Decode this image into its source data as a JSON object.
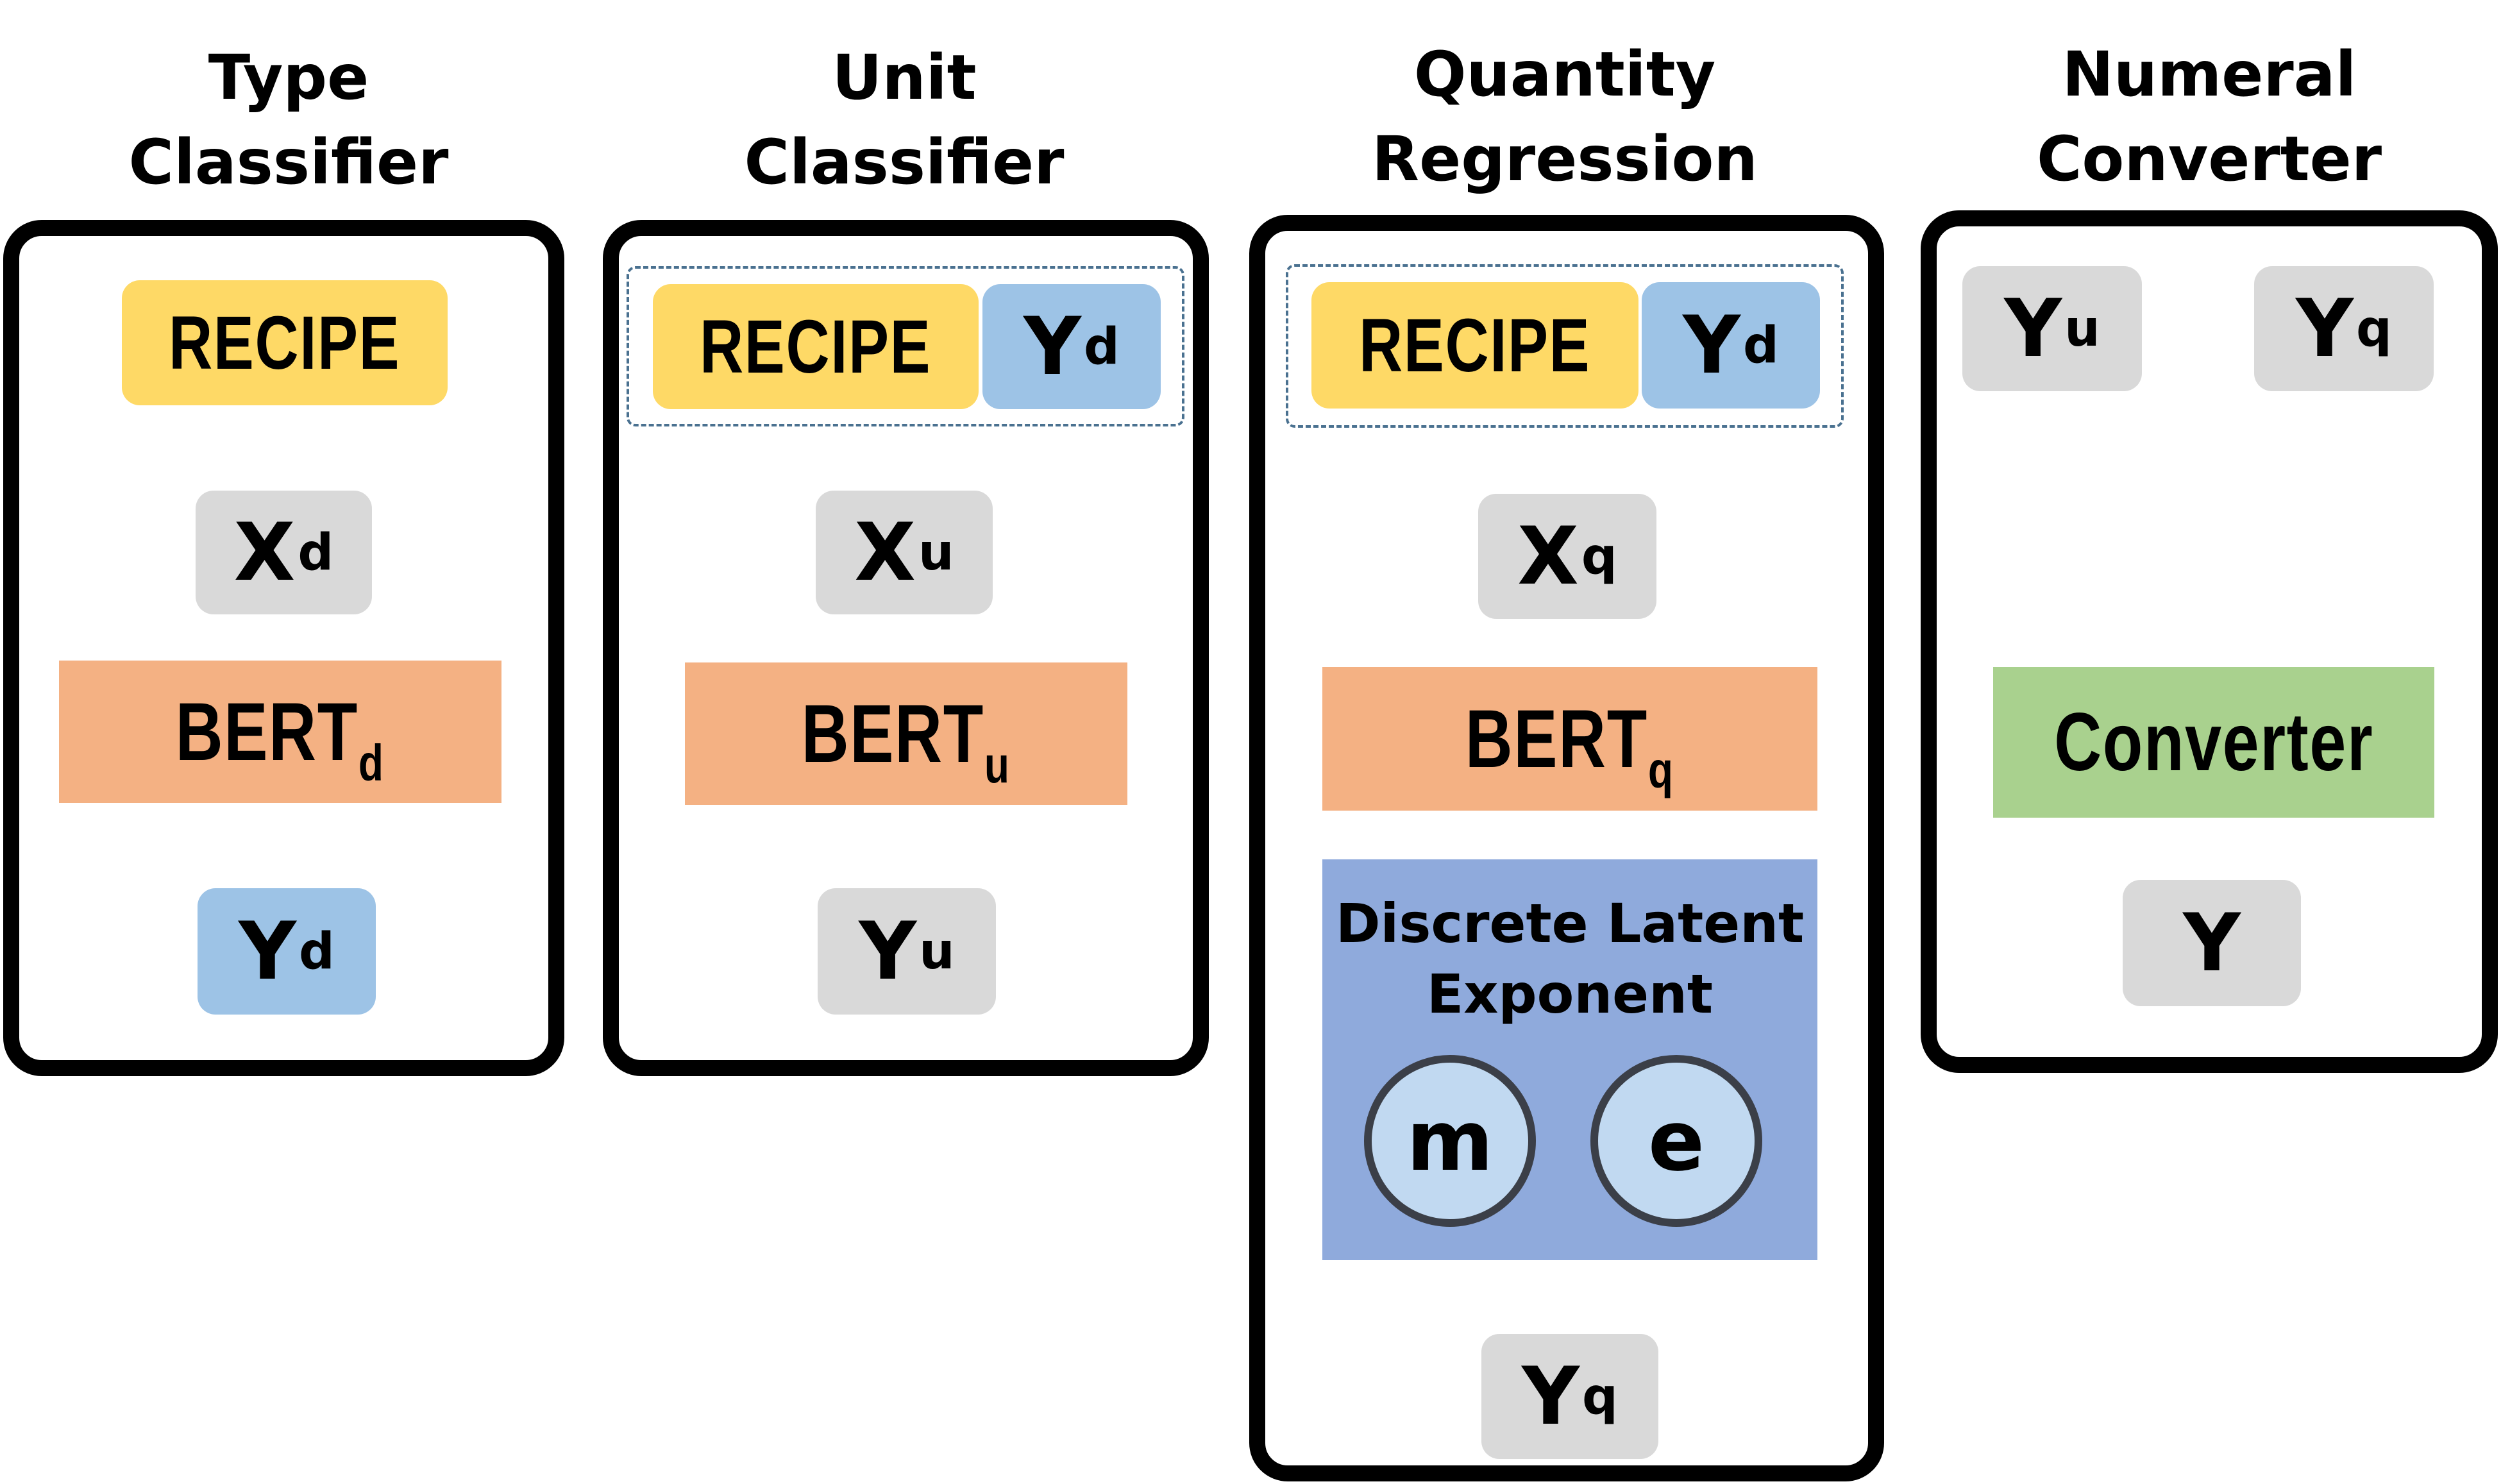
{
  "panels": {
    "type": {
      "title_line1": "Type",
      "title_line2": "Classifier",
      "input": "RECIPE",
      "x_main": "X",
      "x_sub": "d",
      "bert_main": "BERT",
      "bert_sub": "d",
      "y_main": "Y",
      "y_sub": "d"
    },
    "unit": {
      "title_line1": "Unit",
      "title_line2": "Classifier",
      "input": "RECIPE",
      "cond_main": "Y",
      "cond_sub": "d",
      "x_main": "X",
      "x_sub": "u",
      "bert_main": "BERT",
      "bert_sub": "u",
      "y_main": "Y",
      "y_sub": "u"
    },
    "quantity": {
      "title_line1": "Quantity",
      "title_line2": "Regression",
      "input": "RECIPE",
      "cond_main": "Y",
      "cond_sub": "d",
      "x_main": "X",
      "x_sub": "q",
      "bert_main": "BERT",
      "bert_sub": "q",
      "latent_line1": "Discrete Latent",
      "latent_line2": "Exponent",
      "mantissa": "m",
      "exponent": "e",
      "y_main": "Y",
      "y_sub": "q"
    },
    "numeral": {
      "title_line1": "Numeral",
      "title_line2": "Converter",
      "in1_main": "Y",
      "in1_sub": "u",
      "in2_main": "Y",
      "in2_sub": "q",
      "converter": "Converter",
      "output": "Y"
    }
  },
  "colors": {
    "recipe": "#fed966",
    "label_blue": "#9dc3e6",
    "variable_gray": "#d9d9d9",
    "bert_orange": "#f4b183",
    "converter_green": "#a9d18e",
    "latent_blue": "#8faadc",
    "circle_fill": "#c1d9f1"
  }
}
